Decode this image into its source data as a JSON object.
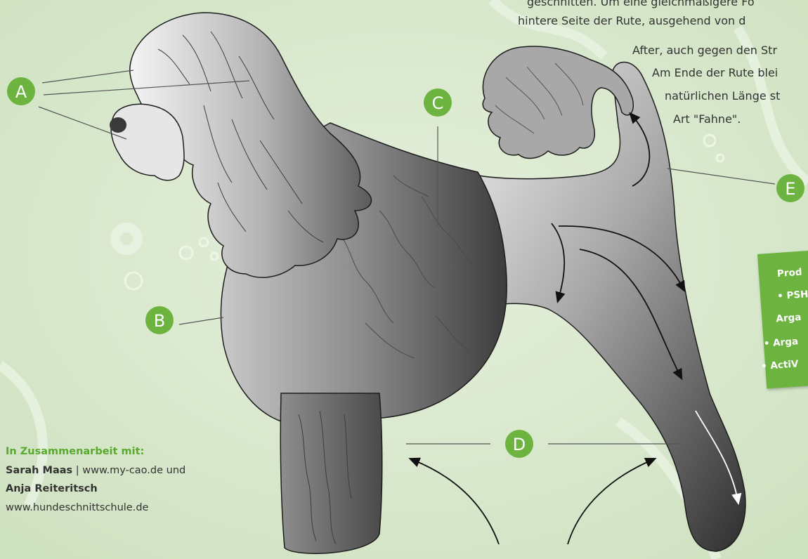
{
  "description_text": {
    "lines": [
      "geschnitten. Um eine gleichmäßigere Fo",
      "hintere Seite der Rute, ausgehend von d",
      "After, auch gegen den Str",
      "Am Ende der Rute blei",
      "natürlichen Länge st",
      "Art \"Fahne\"."
    ]
  },
  "markers": {
    "a": "A",
    "b": "B",
    "c": "C",
    "d": "D",
    "e": "E"
  },
  "products_box": {
    "title": "Prod",
    "items": [
      "• PSH",
      "Arga",
      "• Arga",
      "• ActiV"
    ]
  },
  "credits": {
    "heading": "In Zusammenarbeit mit:",
    "person1_name": "Sarah Maas",
    "person1_detail": " | www.my-cao.de und",
    "person2_name": "Anja Reiteritsch",
    "person2_url": "www.hundeschnittschule.de"
  },
  "colors": {
    "background": "#d9e8cf",
    "accent_green": "#6db33f",
    "dog_dark": "#3a3a3a",
    "dog_light": "#f2f2f2"
  }
}
